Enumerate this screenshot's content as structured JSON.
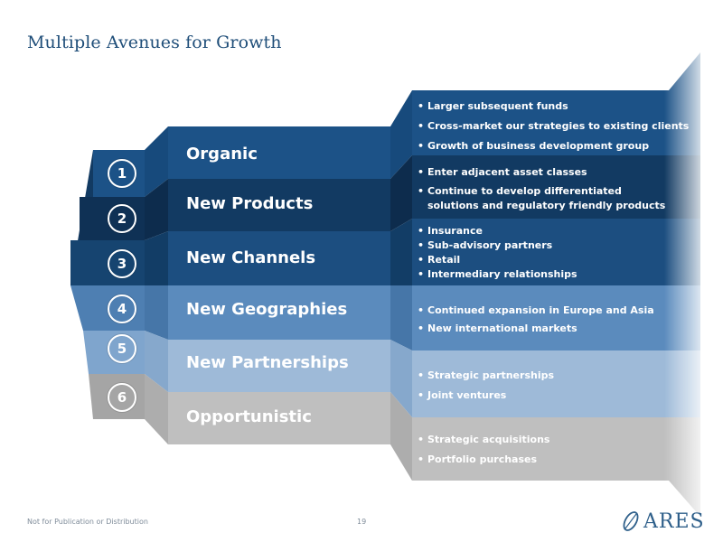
{
  "title": "Multiple Avenues for Growth",
  "colors": {
    "band1": "#1c5287",
    "band2": "#123a62",
    "band3": "#1c4e80",
    "band4": "#5b8bbd",
    "band5": "#9ebad8",
    "band6": "#bfbfbf",
    "title": "#1f4e79"
  },
  "avenues": [
    {
      "number": "1",
      "label": "Organic",
      "bullets": [
        "Larger subsequent funds",
        "Cross-market our strategies to existing clients",
        "Growth of business development group"
      ]
    },
    {
      "number": "2",
      "label": "New Products",
      "bullets": [
        "Enter adjacent asset classes",
        "Continue to develop differentiated",
        "solutions and regulatory friendly products"
      ]
    },
    {
      "number": "3",
      "label": "New Channels",
      "bullets": [
        "Insurance",
        "Sub-advisory partners",
        "Retail",
        "Intermediary relationships"
      ]
    },
    {
      "number": "4",
      "label": "New Geographies",
      "bullets": [
        "Continued expansion in Europe and Asia",
        "New international markets"
      ]
    },
    {
      "number": "5",
      "label": "New Partnerships",
      "bullets": [
        "Strategic partnerships",
        "Joint ventures"
      ]
    },
    {
      "number": "6",
      "label": "Opportunistic",
      "bullets": [
        "Strategic acquisitions",
        "Portfolio purchases"
      ]
    }
  ],
  "footer": {
    "disclaimer": "Not for Publication or Distribution",
    "page_number": "19",
    "logo_text": "ARES",
    "logo_icon": "ares-leaf-icon"
  }
}
